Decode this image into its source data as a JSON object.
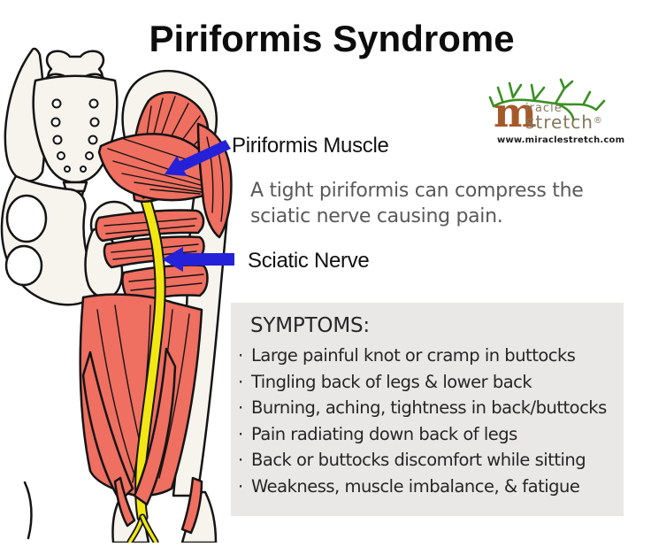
{
  "title": "Piriformis Syndrome",
  "logo": {
    "word_initial": "m",
    "word_top": "iracle",
    "word_bottom": "stretch",
    "registered_mark": "®",
    "website": "www.miraclestretch.com",
    "colors": {
      "branch_green": "#3a8f23",
      "m_brown": "#a5592a",
      "text_olive": "#85785c"
    }
  },
  "annotations": {
    "piriformis_label": "Piriformis Muscle",
    "sciatic_label": "Sciatic Nerve",
    "caption": "A tight piriformis can compress the sciatic nerve causing pain.",
    "arrow_color": "#2421d9"
  },
  "symptoms": {
    "heading": "SYMPTOMS:",
    "bullet": "·",
    "box_background": "#e9e8e6",
    "items": [
      "Large painful knot or cramp in buttocks",
      "Tingling back of legs & lower back",
      "Burning, aching, tightness in back/buttocks",
      "Pain radiating down back of legs",
      "Back or buttocks discomfort while sitting",
      "Weakness, muscle imbalance, & fatigue"
    ]
  },
  "illustration": {
    "description": "Posterior view of pelvis and hip showing red piriformis muscle and yellow sciatic nerve",
    "colors": {
      "bone": "#f7f4ed",
      "muscle": "#ef6f60",
      "nerve": "#f2e713",
      "outline": "#141414"
    }
  }
}
